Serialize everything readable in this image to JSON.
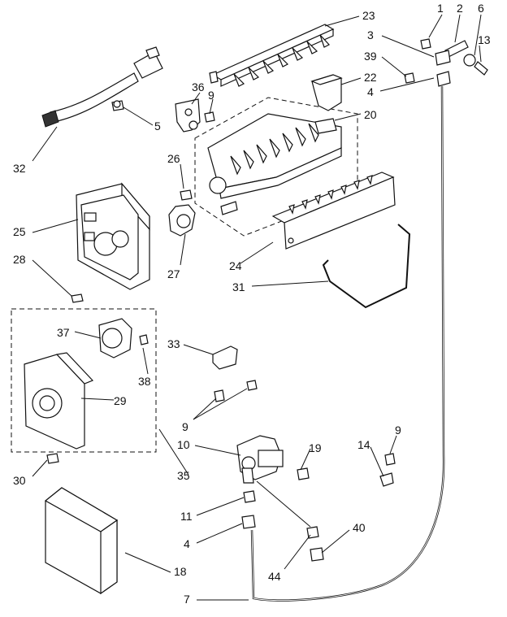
{
  "callouts": {
    "c1": "1",
    "c2": "2",
    "c3": "3",
    "c4a": "4",
    "c4b": "4",
    "c5": "5",
    "c6": "6",
    "c7": "7",
    "c9a": "9",
    "c9b": "9",
    "c9c": "9",
    "c10": "10",
    "c11": "11",
    "c13": "13",
    "c14": "14",
    "c18": "18",
    "c19": "19",
    "c20": "20",
    "c22": "22",
    "c23": "23",
    "c24": "24",
    "c25": "25",
    "c26": "26",
    "c27": "27",
    "c28": "28",
    "c29": "29",
    "c30": "30",
    "c31": "31",
    "c32": "32",
    "c33": "33",
    "c35": "35",
    "c36": "36",
    "c37": "37",
    "c38": "38",
    "c39": "39",
    "c40": "40",
    "c44": "44"
  }
}
